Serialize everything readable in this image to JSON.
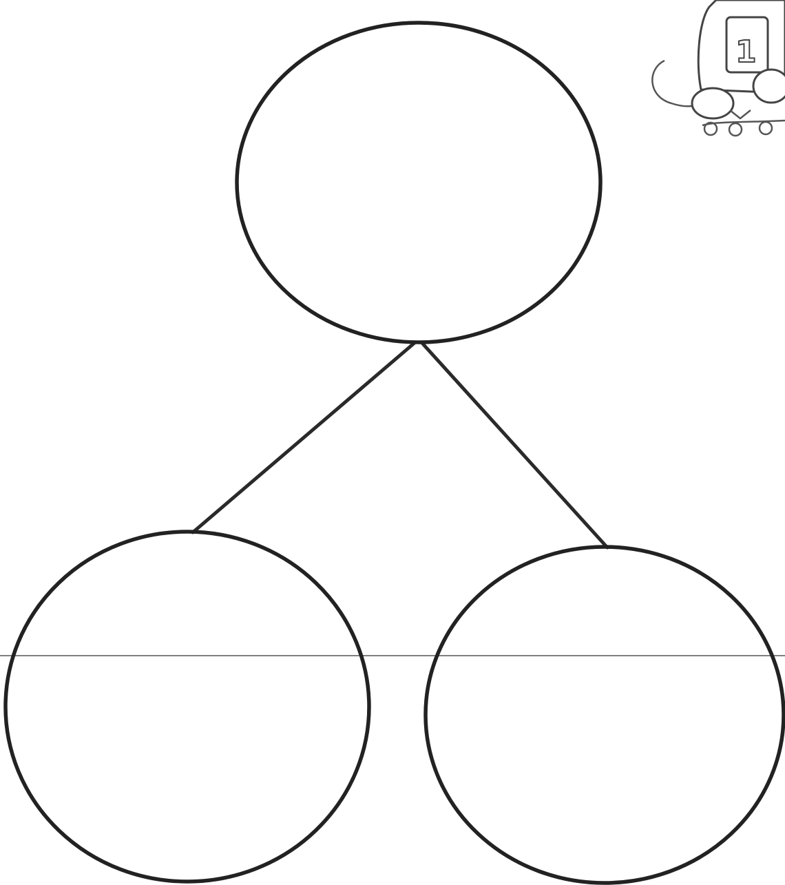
{
  "diagram": {
    "type": "number-bond",
    "nodes": [
      "whole",
      "part-left",
      "part-right"
    ],
    "edges": [
      [
        "whole",
        "part-left"
      ],
      [
        "whole",
        "part-right"
      ]
    ]
  },
  "clipart": {
    "icon": "child-with-number-1-icon",
    "number": "1"
  }
}
